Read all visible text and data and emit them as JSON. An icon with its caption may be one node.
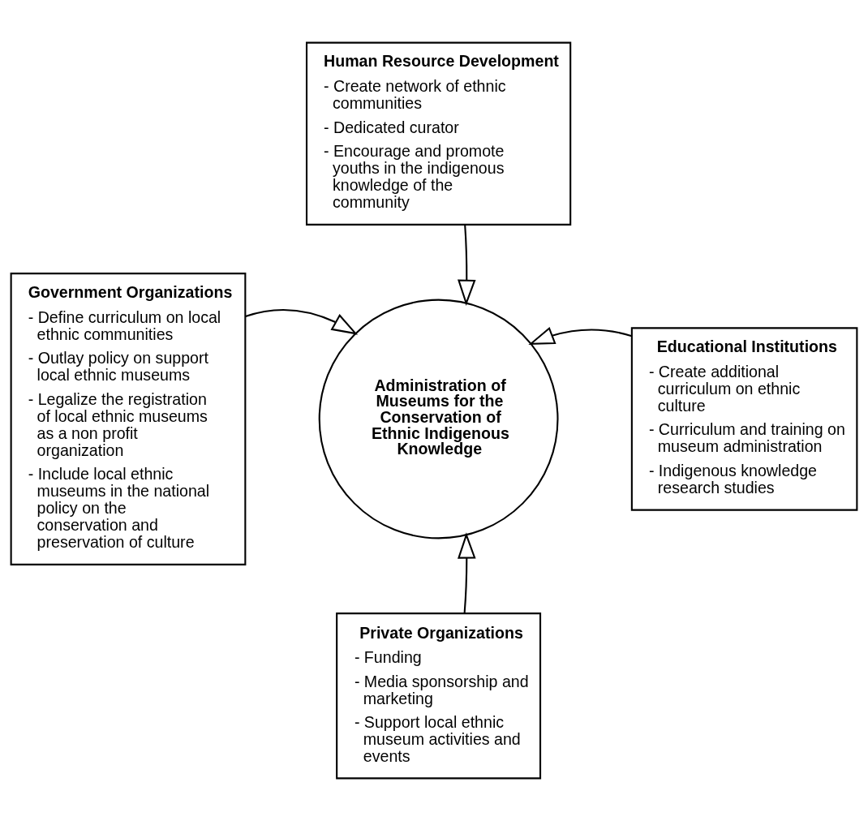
{
  "diagram": {
    "nodes": [
      {
        "text": [
          "Human Resource Development",
          "- Create network of ethnic communities",
          "- Dedicated curator",
          "- Encourage and promote youths in the indigenous knowledge of the community"
        ]
      },
      {
        "text": [
          "Government Organizations",
          "- Define curriculum on local ethnic communities",
          "- Outlay policy on support local ethnic museums",
          "- Legalize the registration of local ethnic museums as a non profit organization",
          "- Include local ethnic museums in the national policy on the conservation and preservation of culture"
        ]
      },
      {
        "text": [
          "Administration of Museums for the Conservation of Ethnic Indigenous Knowledge"
        ]
      },
      {
        "text": [
          "Educational Institutions",
          "- Create additional curriculum on ethnic culture",
          "- Curriculum and training on museum administration",
          "- Indigenous knowledge research studies"
        ]
      },
      {
        "text": [
          "Private Organizations",
          "- Funding",
          "- Media sponsorship and marketing",
          "- Support local ethnic museum activities and events"
        ]
      }
    ],
    "edges": [
      {
        "from": 0,
        "to": 2,
        "arrow": "to"
      },
      {
        "from": 1,
        "to": 2,
        "arrow": "to"
      },
      {
        "from": 3,
        "to": 2,
        "arrow": "to"
      },
      {
        "from": 4,
        "to": 2,
        "arrow": "to"
      }
    ]
  }
}
